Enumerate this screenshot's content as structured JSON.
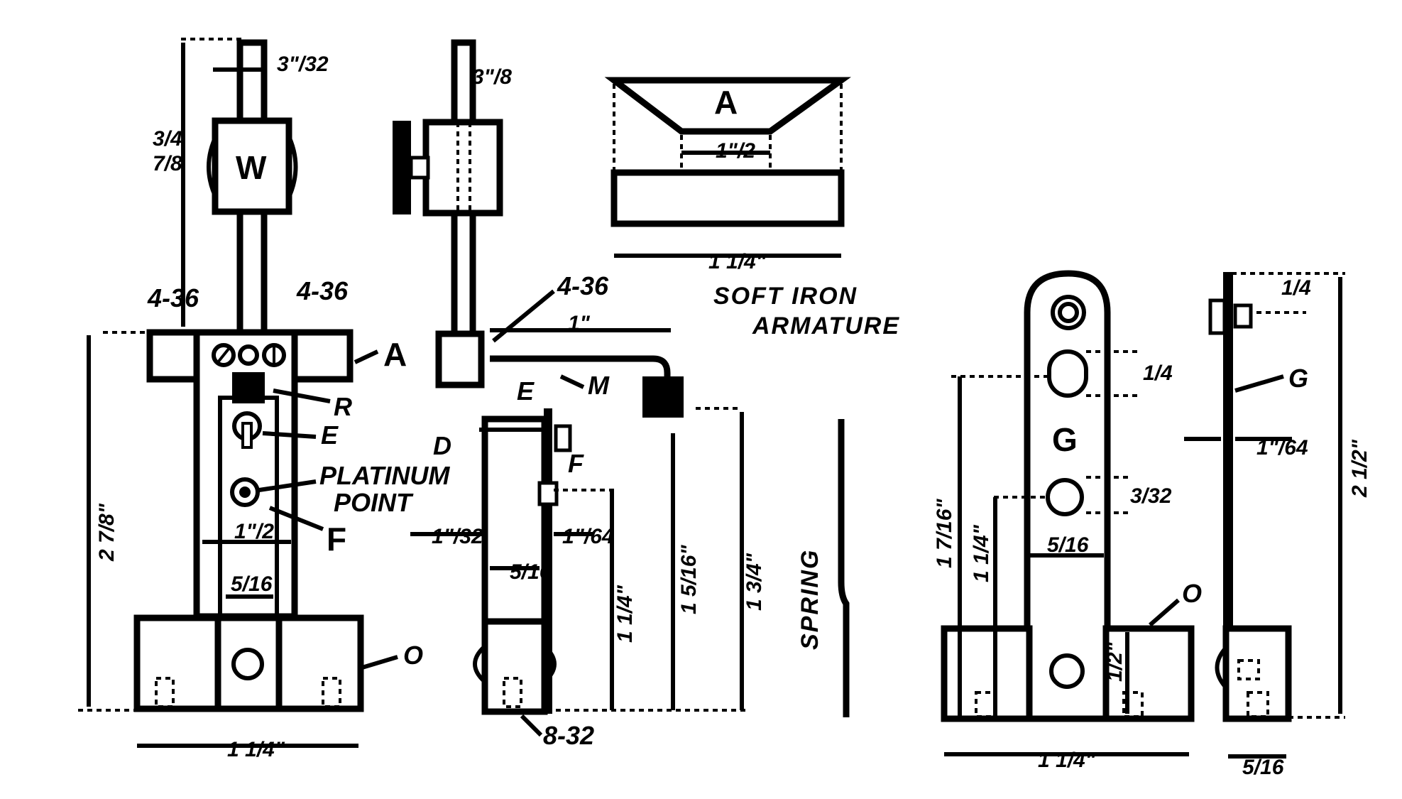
{
  "labels": {
    "weight": "W",
    "armature_part": "A",
    "armature_view": "A",
    "screw_a": "4-36",
    "screw_b": "4-36",
    "screw_c": "4-36",
    "r": "R",
    "e_front": "E",
    "e_side": "E",
    "platinum_1": "PLATINUM",
    "platinum_2": "POINT",
    "f_front": "F",
    "f_side": "F",
    "d_side": "D",
    "m": "M",
    "o_front": "O",
    "o_g": "O",
    "g_front": "G",
    "g_side": "G",
    "screw_bottom": "8-32",
    "soft_iron_1": "SOFT IRON",
    "soft_iron_2": "ARMATURE",
    "spring": "SPRING"
  },
  "dimensions": {
    "rod_width": "3\"/32",
    "block_width": "3\"/8",
    "w_height": "3/4",
    "w_top": "7/8",
    "armature_opening": "1\"/2",
    "armature_length": "1 1/4\"",
    "front_height": "2 7/8\"",
    "inner_width": "1\"/2",
    "bar_width_front": "5/16",
    "base_width_front": "1 1/4\"",
    "arm_length": "1\"",
    "side_thickness": "1\"/32",
    "spring_thickness": "1\"/64",
    "side_bar_width": "5/16",
    "h_1_1_4": "1 1/4\"",
    "h_1_5_16": "1 5/16\"",
    "h_1_3_4": "1 3/4\"",
    "slot": "1/4",
    "hole": "3/32",
    "g_h_1": "1 7/16\"",
    "g_h_2": "1 1/4\"",
    "g_bar_width": "5/16",
    "g_base": "1 1/4\"",
    "g_inner": "1/2\"",
    "top_tab": "1/4",
    "g_thickness": "1\"/64",
    "g_height": "2 1/2\"",
    "g_side_base": "5/16"
  }
}
